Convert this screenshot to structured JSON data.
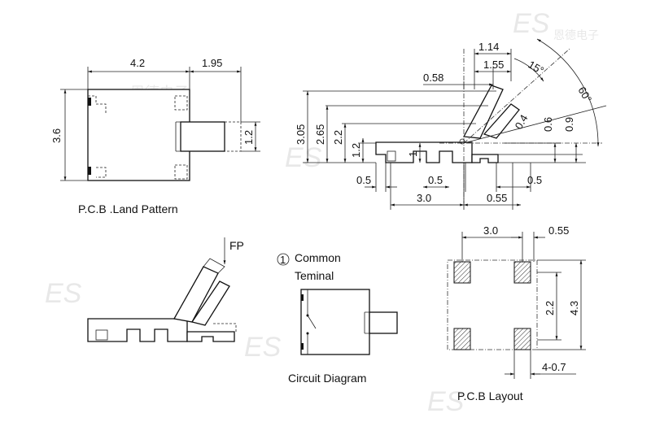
{
  "watermark": {
    "logo_text": "ES",
    "cjk_text": "恩德电子"
  },
  "land_pattern": {
    "caption": "P.C.B .Land  Pattern",
    "dim_width": "4.2",
    "dim_overhang": "1.95",
    "dim_height": "3.6",
    "dim_actuator": "1.2"
  },
  "side_view": {
    "dim_1_14": "1.14",
    "dim_1_55": "1.55",
    "dim_0_58": "0.58",
    "angle_15": "15°",
    "angle_60": "60°",
    "dim_3_05": "3.05",
    "dim_2_65": "2.65",
    "dim_2_2": "2.2",
    "dim_1_2": "1.2",
    "dim_1": "1",
    "dim_0_4": "0.4",
    "dim_0_6": "0.6",
    "dim_0_9": "0.9",
    "dim_0_5_a": "0.5",
    "dim_0_5_b": "0.5",
    "dim_0_5_c": "0.5",
    "dim_3_0": "3.0",
    "dim_0_55": "0.55"
  },
  "fp_view": {
    "label": "FP"
  },
  "circuit": {
    "marker": "1",
    "common_line1": "Common",
    "common_line2": "Teminal",
    "caption": "Circuit  Diagram"
  },
  "pcb_layout": {
    "caption": "P.C.B Layout",
    "dim_3_0": "3.0",
    "dim_0_55": "0.55",
    "dim_2_2": "2.2",
    "dim_4_3": "4.3",
    "dim_pad": "4-0.7"
  }
}
